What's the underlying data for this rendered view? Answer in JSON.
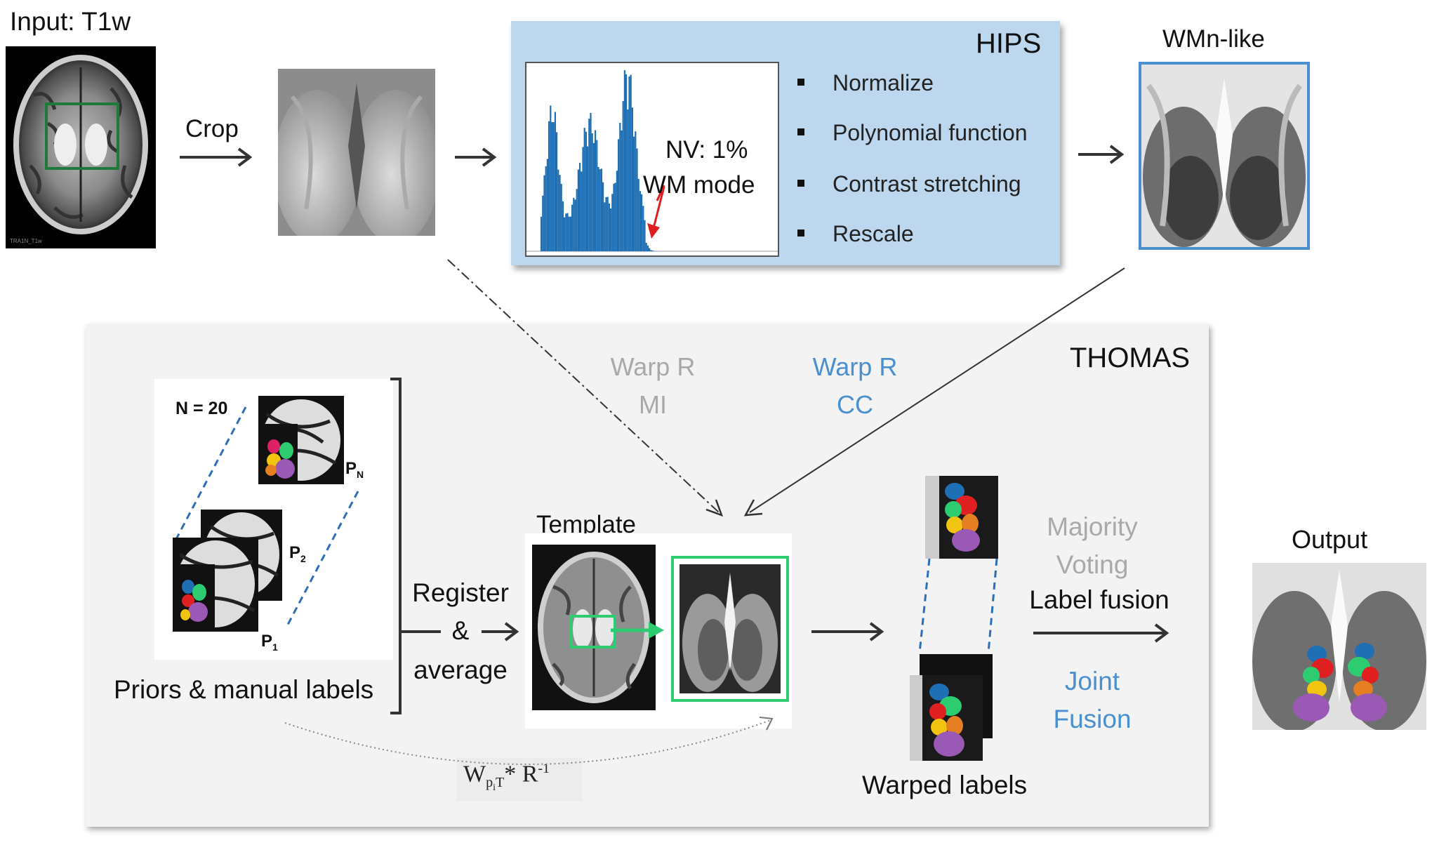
{
  "input": {
    "label": "Input: T1w"
  },
  "crop": {
    "label": "Crop"
  },
  "hips": {
    "title": "HIPS",
    "annotation_line1": "NV: 1%",
    "annotation_line2": "WM mode",
    "steps": [
      "Normalize",
      "Polynomial function",
      "Contrast stretching",
      "Rescale"
    ]
  },
  "wmn": {
    "label": "WMn-like"
  },
  "thomas": {
    "title": "THOMAS",
    "priors_count": "N = 20",
    "prior_labels": {
      "pn": "P",
      "pn_sub": "N",
      "p2": "P",
      "p2_sub": "2",
      "p1": "P",
      "p1_sub": "1"
    },
    "priors_caption": "Priors & manual labels",
    "register_line1": "Register",
    "register_line2": "&",
    "register_line3": "average",
    "template_label": "Template",
    "warp_mi_line1": "Warp R",
    "warp_mi_line2": "MI",
    "warp_cc_line1": "Warp R",
    "warp_cc_line2": "CC",
    "warp_formula": {
      "w": "W",
      "sub": "p",
      "subsub": "i",
      "t": "T",
      "star": "* R",
      "sup": "-1"
    },
    "warped_labels": "Warped labels",
    "majority_line1": "Majority",
    "majority_line2": "Voting",
    "label_fusion": "Label fusion",
    "joint_line1": "Joint",
    "joint_line2": "Fusion"
  },
  "output": {
    "label": "Output"
  },
  "colors": {
    "hips_panel": "#bcd7ee",
    "thomas_panel": "#f3f3f3",
    "histogram_bars": "#1f6fb5",
    "crop_box": "#1e7a3a",
    "template_box": "#2ecc71",
    "wmn_border": "#4a8fcf",
    "gray_text": "#a9a9a9",
    "blue_text": "#4a8fcf"
  }
}
